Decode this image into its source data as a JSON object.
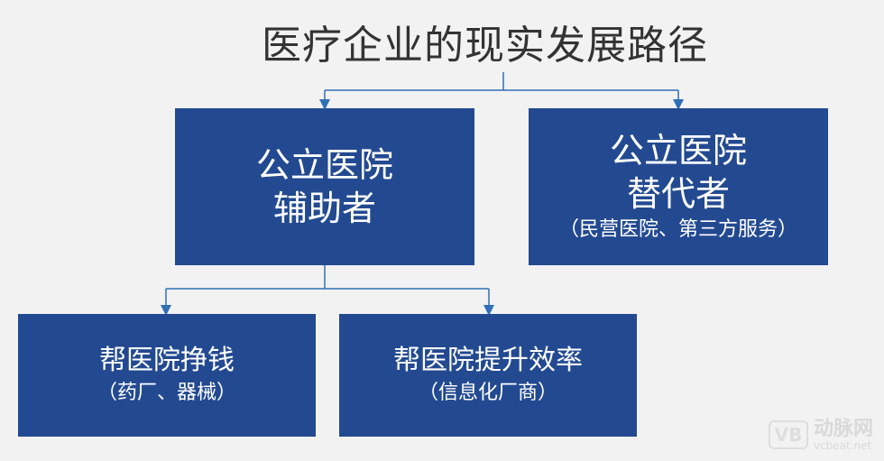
{
  "title": "医疗企业的现实发展路径",
  "colors": {
    "box": "#234a91",
    "line": "#2f6fb8",
    "text": "#ffffff",
    "title": "#333333"
  },
  "nodes": {
    "assistant": {
      "line1": "公立医院",
      "line2": "辅助者"
    },
    "replacer": {
      "line1": "公立医院",
      "line2": "替代者",
      "note": "（民营医院、第三方服务）"
    },
    "earn": {
      "label": "帮医院挣钱",
      "note": "（药厂、器械）"
    },
    "efficiency": {
      "label": "帮医院提升效率",
      "note": "（信息化厂商）"
    }
  },
  "watermark": {
    "cn": "动脉网",
    "url": "vcbeat.net"
  }
}
